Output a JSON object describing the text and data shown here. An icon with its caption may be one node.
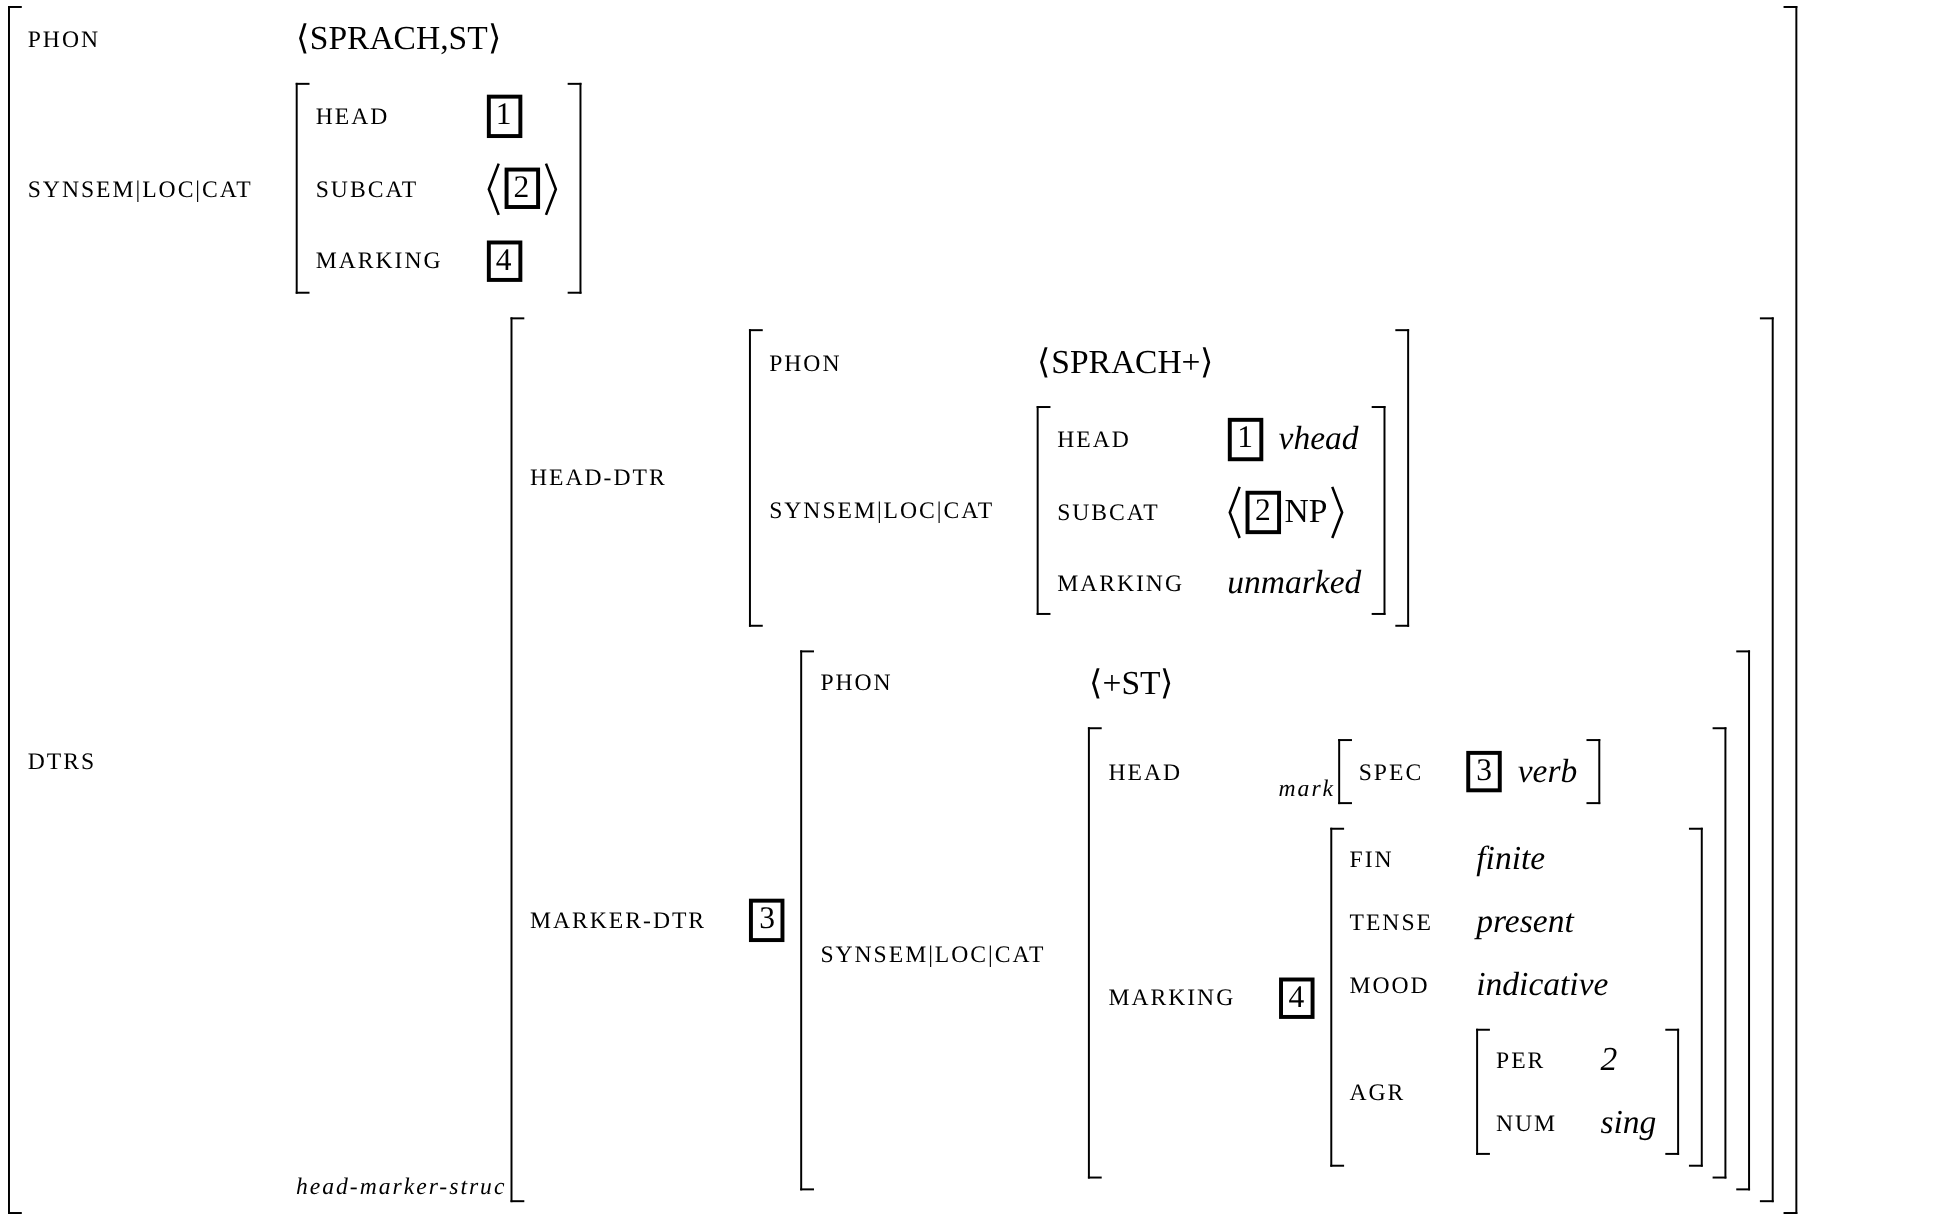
{
  "diagram": {
    "nodes": [
      {
        "text": [
          "PHON",
          "⟨SPRACH,ST⟩",
          "SYNSEM|LOC|CAT",
          "DTRS"
        ]
      },
      {
        "text": [
          "HEAD",
          "SUBCAT",
          "MARKING"
        ],
        "in": 0
      },
      {
        "text": [
          "1"
        ],
        "in": 1
      },
      {
        "text": [
          "2"
        ],
        "in": 1
      },
      {
        "text": [
          "4"
        ],
        "in": 1
      },
      {
        "text": [
          "HEAD-DTR",
          "MARKER-DTR"
        ],
        "in": 0,
        "beside": [
          "head-marker-struc"
        ]
      },
      {
        "text": [
          "PHON",
          "⟨SPRACH+⟩",
          "SYNSEM|LOC|CAT"
        ],
        "in": 5
      },
      {
        "text": [
          "HEAD",
          "vhead",
          "SUBCAT",
          "NP",
          "MARKING",
          "unmarked"
        ],
        "in": 6
      },
      {
        "text": [
          "1"
        ],
        "in": 7
      },
      {
        "text": [
          "2"
        ],
        "in": 7
      },
      {
        "text": [
          "3"
        ],
        "in": 5
      },
      {
        "text": [
          "PHON",
          "⟨+ST⟩",
          "SYNSEM|LOC|CAT"
        ],
        "in": 5
      },
      {
        "text": [
          "HEAD",
          "MARKING"
        ],
        "in": 11
      },
      {
        "text": [
          "SPEC",
          "verb"
        ],
        "in": 12,
        "beside": [
          "mark"
        ]
      },
      {
        "text": [
          "3"
        ],
        "in": 13
      },
      {
        "text": [
          "4"
        ],
        "in": 12
      },
      {
        "text": [
          "FIN",
          "finite",
          "TENSE",
          "present",
          "MOOD",
          "indicative",
          "AGR"
        ],
        "in": 12
      },
      {
        "text": [
          "PER",
          "2",
          "NUM",
          "sing"
        ],
        "in": 16
      }
    ]
  }
}
